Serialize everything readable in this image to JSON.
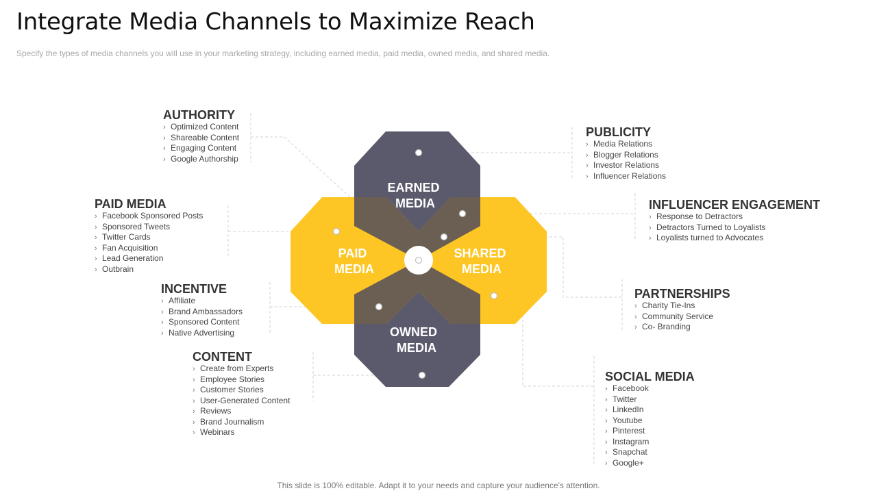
{
  "title": "Integrate Media Channels to Maximize Reach",
  "subtitle": "Specify the types of media channels you will use in your marketing strategy, including earned media, paid media, owned media, and shared media.",
  "footer": "This slide is 100% editable. Adapt it to your needs and capture your audience's attention.",
  "colors": {
    "earned_owned": "#5a5a6c",
    "paid_shared": "#fdc624",
    "overlap": "#6a5f52",
    "connector": "#d3d3d3"
  },
  "center": {
    "earned": [
      "EARNED",
      "MEDIA"
    ],
    "paid": [
      "PAID",
      "MEDIA"
    ],
    "shared": [
      "SHARED",
      "MEDIA"
    ],
    "owned": [
      "OWNED",
      "MEDIA"
    ]
  },
  "groups": {
    "authority": {
      "title": "AUTHORITY",
      "items": [
        "Optimized Content",
        "Shareable Content",
        "Engaging Content",
        "Google Authorship"
      ]
    },
    "paid_media": {
      "title": "PAID MEDIA",
      "items": [
        "Facebook Sponsored Posts",
        "Sponsored Tweets",
        "Twitter Cards",
        "Fan Acquisition",
        "Lead Generation",
        "Outbrain"
      ]
    },
    "incentive": {
      "title": "INCENTIVE",
      "items": [
        "Affiliate",
        "Brand Ambassadors",
        "Sponsored Content",
        "Native Advertising"
      ]
    },
    "content": {
      "title": "CONTENT",
      "items": [
        "Create from Experts",
        "Employee Stories",
        "Customer Stories",
        "User-Generated Content",
        "Reviews",
        "Brand Journalism",
        "Webinars"
      ]
    },
    "publicity": {
      "title": "PUBLICITY",
      "items": [
        "Media Relations",
        "Blogger Relations",
        "Investor Relations",
        "Influencer Relations"
      ]
    },
    "influencer": {
      "title": "INFLUENCER ENGAGEMENT",
      "items": [
        "Response to Detractors",
        "Detractors Turned to Loyalists",
        "Loyalists turned to Advocates"
      ]
    },
    "partnerships": {
      "title": "PARTNERSHIPS",
      "items": [
        "Charity Tie-Ins",
        "Community Service",
        "Co- Branding"
      ]
    },
    "social_media": {
      "title": "SOCIAL MEDIA",
      "items": [
        "Facebook",
        "Twitter",
        "LinkedIn",
        "Youtube",
        "Pinterest",
        "Instagram",
        "Snapchat",
        "Google+"
      ]
    }
  }
}
